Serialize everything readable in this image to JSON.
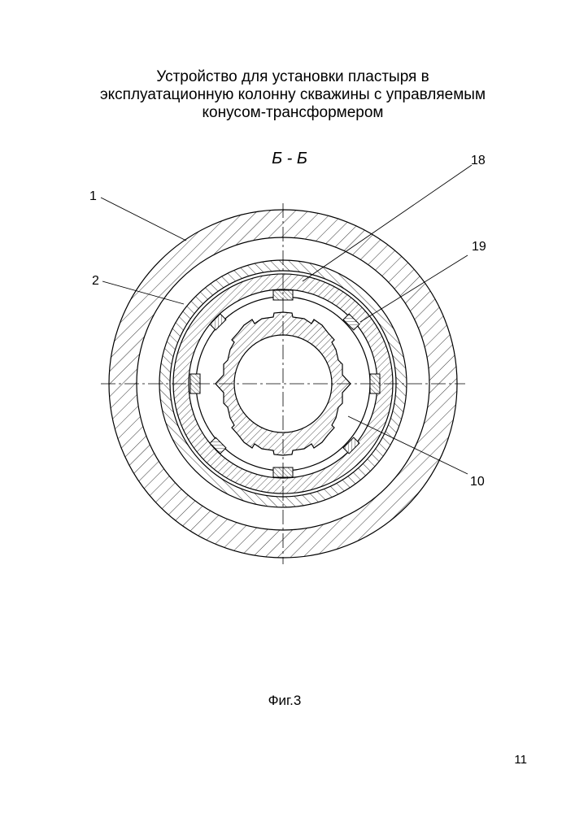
{
  "title_lines": [
    "Устройство  для установки пластыря в",
    "эксплуатационную колонну  скважины с  управляемым",
    "конусом-трансформером"
  ],
  "section_label": "Б - Б",
  "callouts": [
    "1",
    "2",
    "18",
    "19",
    "10"
  ],
  "figure_caption": "Фиг.3",
  "page_number": "11"
}
